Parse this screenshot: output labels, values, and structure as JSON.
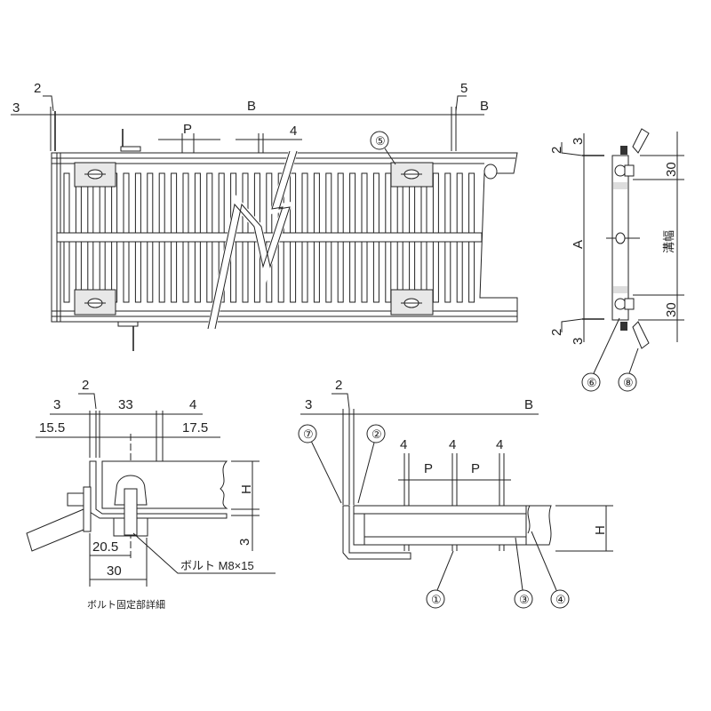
{
  "top_view": {
    "dim_3": "3",
    "dim_2": "2",
    "dim_B": "B",
    "dim_5": "5",
    "dim_B_right": "B",
    "dim_P": "P",
    "dim_4": "4",
    "callout_5": "⑤"
  },
  "side_view": {
    "dim_2_top": "2",
    "dim_3_top": "3",
    "dim_30_top": "30",
    "dim_A": "A",
    "dim_width": "溝幅",
    "dim_30_bottom": "30",
    "dim_2_bottom": "2",
    "dim_3_bottom": "3",
    "callout_6": "⑥",
    "callout_8": "⑧"
  },
  "bolt_detail": {
    "dim_3": "3",
    "dim_2": "2",
    "dim_33": "33",
    "dim_4": "4",
    "dim_15_5": "15.5",
    "dim_17_5": "17.5",
    "dim_H": "H",
    "dim_3_v": "3",
    "dim_20_5": "20.5",
    "dim_30": "30",
    "bolt_label": "ボルト M8×15",
    "caption": "ボルト固定部詳細"
  },
  "section_view": {
    "dim_3": "3",
    "dim_2": "2",
    "dim_B": "B",
    "dim_4a": "4",
    "dim_4b": "4",
    "dim_4c": "4",
    "dim_P1": "P",
    "dim_P2": "P",
    "dim_H": "H",
    "callout_7": "⑦",
    "callout_2": "②",
    "callout_1": "①",
    "callout_3": "③",
    "callout_4": "④"
  }
}
